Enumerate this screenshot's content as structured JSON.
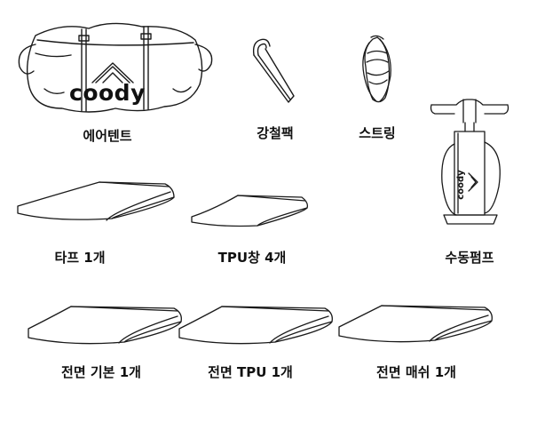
{
  "brand": {
    "logo_text": "coody"
  },
  "items": [
    {
      "label": "에어텐트"
    },
    {
      "label": "강철팩"
    },
    {
      "label": "스트링"
    },
    {
      "label": "수동펌프"
    },
    {
      "label": "타프 1개"
    },
    {
      "label": "TPU창 4개"
    },
    {
      "label": "전면 기본 1개"
    },
    {
      "label": "전면 TPU 1개"
    },
    {
      "label": "전면 매쉬 1개"
    }
  ],
  "colors": {
    "stroke": "#1a1a1a",
    "background": "#ffffff",
    "text": "#111111"
  }
}
